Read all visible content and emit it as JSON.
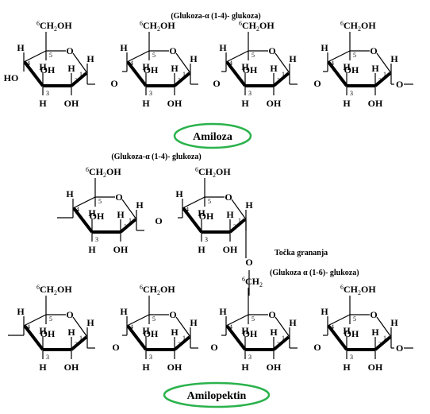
{
  "amylose": {
    "caption": "(Glukoza-α (1-4)- glukoza)",
    "title": "Amiloza"
  },
  "amylopectin": {
    "caption": "(Glukoza-α (1-4)- glukoza)",
    "branch_point": "Točka grananja",
    "branch_caption": "(Glukoza α (1-6)- glukoza)",
    "title": "Amilopektin"
  },
  "ring_labels": {
    "c6_prefix": "6",
    "ch2oh": "CH",
    "ch2oh_sub": "2",
    "ch2oh_end": "OH",
    "ch2": "CH",
    "ch2_sub": "2",
    "h": "H",
    "oh": "OH",
    "ho": "HO",
    "o": "O",
    "c1": "1",
    "c2": "2",
    "c3": "3",
    "c4": "4",
    "c5": "5"
  },
  "highlight_color": "#2bb24c"
}
